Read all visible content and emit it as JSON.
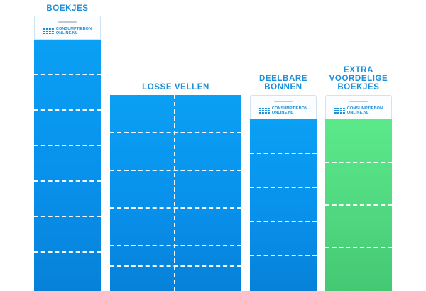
{
  "labels": {
    "boekjes": "BOEKJES",
    "losse_vellen": "LOSSE VELLEN",
    "deelbare_line1": "DEELBARE",
    "deelbare_line2": "BONNEN",
    "extra_line1": "EXTRA",
    "extra_line2": "VOORDELIGE",
    "extra_line3": "BOEKJES"
  },
  "logo": {
    "line1": "CONSUMPTIEBON",
    "line2": "ONLINE.NL"
  },
  "colors": {
    "label_blue": "#1a8fd8",
    "ticket_blue": "#0891ec",
    "ticket_green": "#4fd67f"
  }
}
